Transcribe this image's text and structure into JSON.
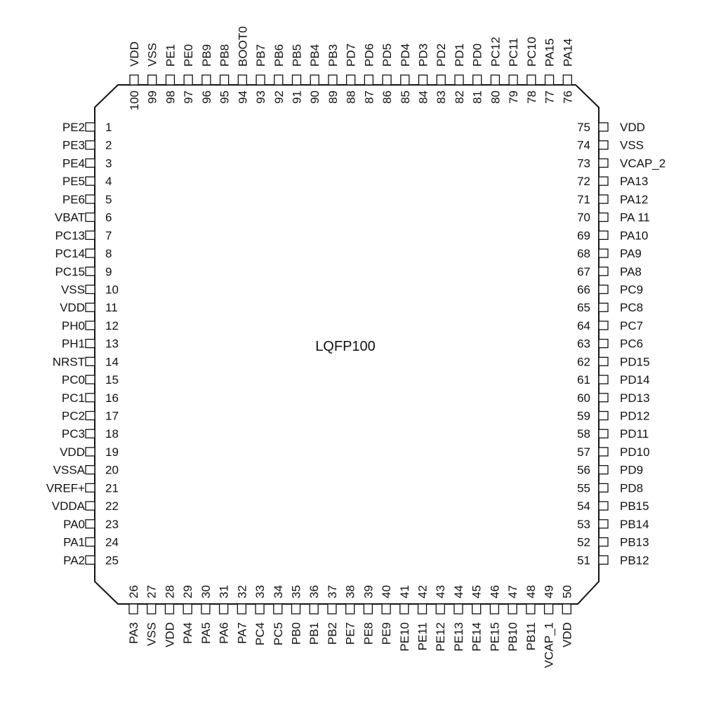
{
  "package": {
    "name": "LQFP100",
    "pin_count": 100
  },
  "pins": {
    "left": [
      {
        "num": "1",
        "name": "PE2"
      },
      {
        "num": "2",
        "name": "PE3"
      },
      {
        "num": "3",
        "name": "PE4"
      },
      {
        "num": "4",
        "name": "PE5"
      },
      {
        "num": "5",
        "name": "PE6"
      },
      {
        "num": "6",
        "name": "VBAT"
      },
      {
        "num": "7",
        "name": "PC13"
      },
      {
        "num": "8",
        "name": "PC14"
      },
      {
        "num": "9",
        "name": "PC15"
      },
      {
        "num": "10",
        "name": "VSS"
      },
      {
        "num": "11",
        "name": "VDD"
      },
      {
        "num": "12",
        "name": "PH0"
      },
      {
        "num": "13",
        "name": "PH1"
      },
      {
        "num": "14",
        "name": "NRST"
      },
      {
        "num": "15",
        "name": "PC0"
      },
      {
        "num": "16",
        "name": "PC1"
      },
      {
        "num": "17",
        "name": "PC2"
      },
      {
        "num": "18",
        "name": "PC3"
      },
      {
        "num": "19",
        "name": "VDD"
      },
      {
        "num": "20",
        "name": "VSSA"
      },
      {
        "num": "21",
        "name": "VREF+"
      },
      {
        "num": "22",
        "name": "VDDA"
      },
      {
        "num": "23",
        "name": "PA0"
      },
      {
        "num": "24",
        "name": "PA1"
      },
      {
        "num": "25",
        "name": "PA2"
      }
    ],
    "bottom": [
      {
        "num": "26",
        "name": "PA3"
      },
      {
        "num": "27",
        "name": "VSS"
      },
      {
        "num": "28",
        "name": "VDD"
      },
      {
        "num": "29",
        "name": "PA4"
      },
      {
        "num": "30",
        "name": "PA5"
      },
      {
        "num": "31",
        "name": "PA6"
      },
      {
        "num": "32",
        "name": "PA7"
      },
      {
        "num": "33",
        "name": "PC4"
      },
      {
        "num": "34",
        "name": "PC5"
      },
      {
        "num": "35",
        "name": "PB0"
      },
      {
        "num": "36",
        "name": "PB1"
      },
      {
        "num": "37",
        "name": "PB2"
      },
      {
        "num": "38",
        "name": "PE7"
      },
      {
        "num": "39",
        "name": "PE8"
      },
      {
        "num": "40",
        "name": "PE9"
      },
      {
        "num": "41",
        "name": "PE10"
      },
      {
        "num": "42",
        "name": "PE11"
      },
      {
        "num": "43",
        "name": "PE12"
      },
      {
        "num": "44",
        "name": "PE13"
      },
      {
        "num": "45",
        "name": "PE14"
      },
      {
        "num": "46",
        "name": "PE15"
      },
      {
        "num": "47",
        "name": "PB10"
      },
      {
        "num": "48",
        "name": "PB11"
      },
      {
        "num": "49",
        "name": "VCAP_1"
      },
      {
        "num": "50",
        "name": "VDD"
      }
    ],
    "right": [
      {
        "num": "75",
        "name": "VDD"
      },
      {
        "num": "74",
        "name": "VSS"
      },
      {
        "num": "73",
        "name": "VCAP_2"
      },
      {
        "num": "72",
        "name": "PA13"
      },
      {
        "num": "71",
        "name": "PA12"
      },
      {
        "num": "70",
        "name": "PA 11"
      },
      {
        "num": "69",
        "name": "PA10"
      },
      {
        "num": "68",
        "name": "PA9"
      },
      {
        "num": "67",
        "name": "PA8"
      },
      {
        "num": "66",
        "name": "PC9"
      },
      {
        "num": "65",
        "name": "PC8"
      },
      {
        "num": "64",
        "name": "PC7"
      },
      {
        "num": "63",
        "name": "PC6"
      },
      {
        "num": "62",
        "name": "PD15"
      },
      {
        "num": "61",
        "name": "PD14"
      },
      {
        "num": "60",
        "name": "PD13"
      },
      {
        "num": "59",
        "name": "PD12"
      },
      {
        "num": "58",
        "name": "PD11"
      },
      {
        "num": "57",
        "name": "PD10"
      },
      {
        "num": "56",
        "name": "PD9"
      },
      {
        "num": "55",
        "name": "PD8"
      },
      {
        "num": "54",
        "name": "PB15"
      },
      {
        "num": "53",
        "name": "PB14"
      },
      {
        "num": "52",
        "name": "PB13"
      },
      {
        "num": "51",
        "name": "PB12"
      }
    ],
    "top": [
      {
        "num": "100",
        "name": "VDD"
      },
      {
        "num": "99",
        "name": "VSS"
      },
      {
        "num": "98",
        "name": "PE1"
      },
      {
        "num": "97",
        "name": "PE0"
      },
      {
        "num": "96",
        "name": "PB9"
      },
      {
        "num": "95",
        "name": "PB8"
      },
      {
        "num": "94",
        "name": "BOOT0"
      },
      {
        "num": "93",
        "name": "PB7"
      },
      {
        "num": "92",
        "name": "PB6"
      },
      {
        "num": "91",
        "name": "PB5"
      },
      {
        "num": "90",
        "name": "PB4"
      },
      {
        "num": "89",
        "name": "PB3"
      },
      {
        "num": "88",
        "name": "PD7"
      },
      {
        "num": "87",
        "name": "PD6"
      },
      {
        "num": "86",
        "name": "PD5"
      },
      {
        "num": "85",
        "name": "PD4"
      },
      {
        "num": "84",
        "name": "PD3"
      },
      {
        "num": "83",
        "name": "PD2"
      },
      {
        "num": "82",
        "name": "PD1"
      },
      {
        "num": "81",
        "name": "PD0"
      },
      {
        "num": "80",
        "name": "PC12"
      },
      {
        "num": "79",
        "name": "PC11"
      },
      {
        "num": "78",
        "name": "PC10"
      },
      {
        "num": "77",
        "name": "PA15"
      },
      {
        "num": "76",
        "name": "PA14"
      }
    ]
  }
}
